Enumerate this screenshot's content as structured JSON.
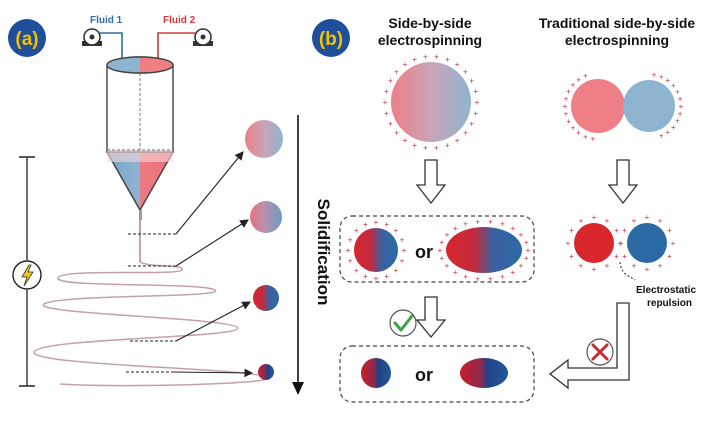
{
  "panel_a": {
    "badge": "(a)",
    "fluid_1_label": "Fluid 1",
    "fluid_2_label": "Fluid 2",
    "axis_label": "Solidification"
  },
  "panel_b": {
    "badge": "(b)",
    "col1_title_line1": "Side-by-side",
    "col1_title_line2": "electrospinning",
    "col2_title_line1": "Traditional side-by-side",
    "col2_title_line2": "electrospinning",
    "or_top": "or",
    "or_bottom": "or",
    "repulsion_line1": "Electrostatic",
    "repulsion_line2": "repulsion"
  },
  "colors": {
    "badge_fill": "#1f4e9a",
    "badge_text": "#f2c200",
    "fluid_1": "#2f6fa6",
    "fluid_2": "#d23a3a",
    "light_red": "#ef7f86",
    "light_blue": "#8fb4d0",
    "fiber": "#b98a9a",
    "check": "#3aa341",
    "cross": "#cc2b2b",
    "lightning": "#f3c623"
  }
}
